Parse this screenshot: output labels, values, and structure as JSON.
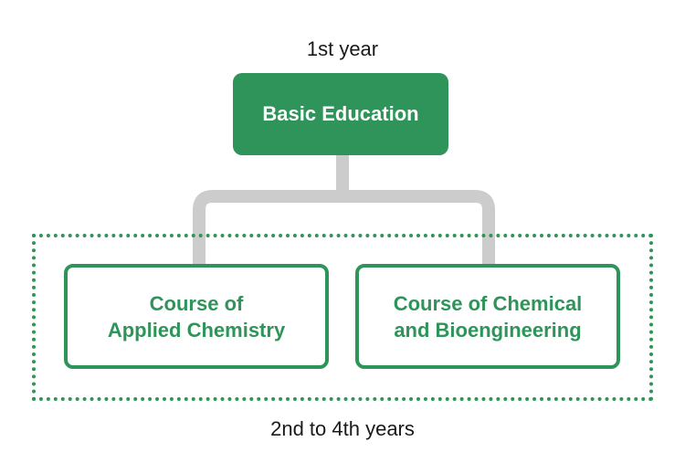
{
  "colors": {
    "accent": "#2e9459",
    "connector": "#cccccc",
    "text": "#1a1a1a"
  },
  "top_label": "1st year",
  "bottom_label": "2nd to 4th years",
  "root": {
    "label": "Basic Education"
  },
  "courses": [
    {
      "lines": [
        "Course of",
        "Applied Chemistry"
      ]
    },
    {
      "lines": [
        "Course of Chemical",
        "and Bioengineering"
      ]
    }
  ]
}
